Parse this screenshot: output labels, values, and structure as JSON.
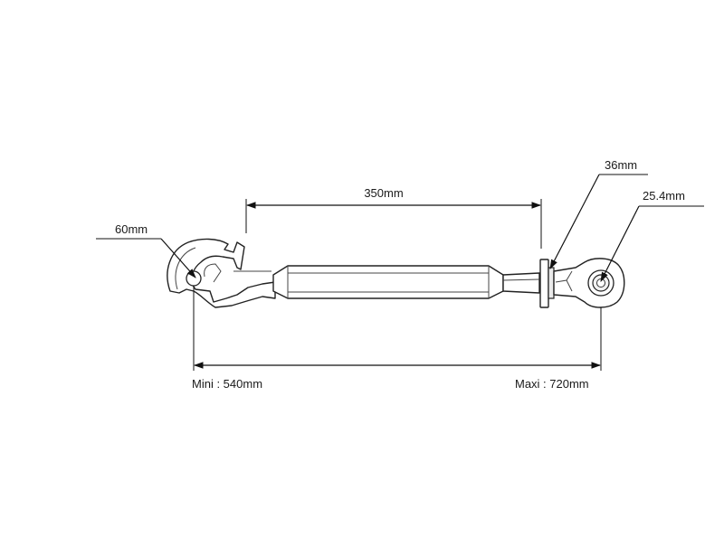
{
  "drawing": {
    "labels": {
      "hook_opening": "60mm",
      "barrel_length": "350mm",
      "locknut_width": "36mm",
      "ball_bore": "25.4mm",
      "min_length": "Mini : 540mm",
      "max_length": "Maxi : 720mm"
    }
  }
}
